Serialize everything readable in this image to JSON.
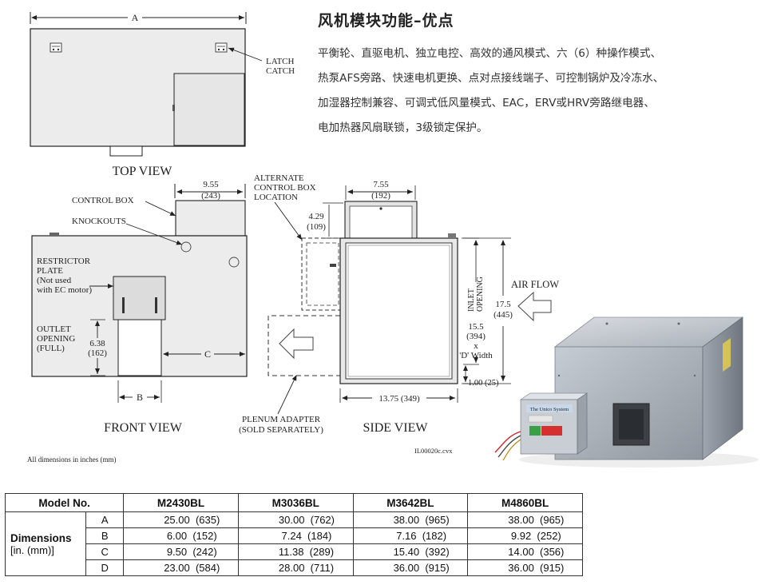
{
  "header": {
    "title": "风机模块功能–优点",
    "body_lines": [
      "平衡轮、直驱电机、独立电控、高效的通风模式、六（6）种操作模式、",
      "热泵AFS旁路、快速电机更换、点对点接线端子、可控制锅炉及冷冻水、",
      "加湿器控制兼容、可调式低风量模式、EAC，ERV或HRV旁路继电器、",
      "电加热器风扇联锁，3级锁定保护。"
    ]
  },
  "drawing": {
    "top_view": {
      "title": "TOP VIEW",
      "dim_a": "A",
      "latch_line1": "LATCH",
      "latch_line2": "CATCH"
    },
    "front_view": {
      "title": "FRONT VIEW",
      "control_box": "CONTROL BOX",
      "knockouts": "KNOCKOUTS",
      "restrictor": [
        "RESTRICTOR",
        "PLATE",
        "(Not used",
        "with EC motor)"
      ],
      "outlet": [
        "OUTLET",
        "OPENING",
        "(FULL)"
      ],
      "outlet_dim": [
        "6.38",
        "(162)"
      ],
      "box_width": [
        "9.55",
        "(243)"
      ],
      "dim_b": "B",
      "dim_c": "C"
    },
    "side_view": {
      "title": "SIDE VIEW",
      "alternate": [
        "ALTERNATE",
        "CONTROL BOX",
        "LOCATION"
      ],
      "top_width": [
        "7.55",
        "(192)"
      ],
      "box_height": [
        "4.29",
        "(109)"
      ],
      "inlet": [
        "INLET",
        "OPENING"
      ],
      "inlet_dim": [
        "15.5",
        "(394)",
        "x",
        "'D' Width"
      ],
      "bottom_margin": "1.00 (25)",
      "depth": "13.75 (349)",
      "height": [
        "17.5",
        "(445)"
      ],
      "airflow": "AIR FLOW",
      "plenum": [
        "PLENUM ADAPTER",
        "(SOLD SEPARATELY)"
      ],
      "code": "IL00020c.cvx"
    },
    "note": "All dimensions in inches (mm)",
    "photo_label": "The Unico System"
  },
  "table": {
    "header_label": "Model No.",
    "models": [
      "M2430BL",
      "M3036BL",
      "M3642BL",
      "M4860BL"
    ],
    "dim_label": "Dimensions",
    "dim_unit": "[in. (mm)]",
    "rows": [
      {
        "letter": "A",
        "values": [
          "25.00  (635)",
          "30.00  (762)",
          "38.00  (965)",
          "38.00  (965)"
        ]
      },
      {
        "letter": "B",
        "values": [
          " 6.00  (152)",
          " 7.24  (184)",
          " 7.16  (182)",
          " 9.92  (252)"
        ]
      },
      {
        "letter": "C",
        "values": [
          " 9.50  (242)",
          "11.38  (289)",
          "15.40  (392)",
          "14.00  (356)"
        ]
      },
      {
        "letter": "D",
        "values": [
          "23.00  (584)",
          "28.00  (711)",
          "36.00  (915)",
          "36.00  (915)"
        ]
      }
    ]
  }
}
